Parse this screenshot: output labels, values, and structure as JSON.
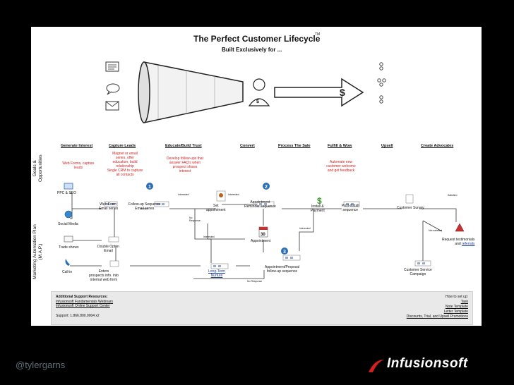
{
  "title": "The Perfect Customer Lifecycle",
  "trademark": "TM",
  "subtitle": "Built Exclusively for ...",
  "row_labels": {
    "goals": [
      "Goals &",
      "Opportunities"
    ],
    "map": [
      "Marketing Automation Plan",
      "(M.A.P.)"
    ]
  },
  "stages": [
    "Generate Interest",
    "Capture Leads",
    "Educate/Build Trust",
    "Convert",
    "Process The Sale",
    "Fulfill & Wow",
    "Upsell",
    "Create Advocates"
  ],
  "goals": {
    "generate": [
      "Web Forms, capture",
      "leads"
    ],
    "capture": [
      "Magnet or email",
      "series, offer",
      "education, build",
      "relationship",
      "Single CRM to capture",
      "all contacts"
    ],
    "educate": [
      "Develop follow-ups that",
      "answer FAQ's when",
      "prospect shows",
      "interest"
    ],
    "fulfill": [
      "Automate new",
      "customer welcome",
      "and get feedback"
    ]
  },
  "nodes": {
    "ppc": "PPC & SEO",
    "social": "Social Media",
    "trade": "Trade shows",
    "call": "Call-in",
    "webform": [
      "Web Form:",
      "Email series"
    ],
    "optin": [
      "Double Opt-in",
      "Email"
    ],
    "enters": [
      "Enters",
      "prospects info. into",
      "internal web form"
    ],
    "followup": [
      "Follow-up Sequence",
      "Email series"
    ],
    "set_appt": [
      "Set",
      "appointment"
    ],
    "reminder": [
      "Appointment",
      "Reminder sequence"
    ],
    "appointment": "Appointment",
    "proposal": [
      "Appointment/Proposal",
      "follow-up sequence"
    ],
    "nurture": [
      "Long-Term",
      "Nurture"
    ],
    "install": [
      "Install &",
      "Payment"
    ],
    "postinstall": [
      "Post-install",
      "sequence"
    ],
    "survey": "Customer Survey",
    "testimonials": "Request testimonials",
    "testimonials_and": "and",
    "referrals": "referrals",
    "service": [
      "Customer Service",
      "Campaign"
    ],
    "calendar_day": "30"
  },
  "edges": {
    "interested1": "Interested",
    "interested2": "Interested",
    "interested3": "Interested",
    "interested4": "Interested",
    "no_response1": [
      "No",
      "Response"
    ],
    "no_response2": "No Response",
    "satisfied": "Satisfied",
    "not_satisfied": "Not satisfied"
  },
  "badges": [
    "1",
    "2",
    "3"
  ],
  "footer": {
    "heading": "Additional Support Resources:",
    "link1": "Infusionsoft Fundamentals Webinars",
    "link2": "Infusionsoft Online Support Center",
    "support": "Support: 1.866.800.0004 x2",
    "setup_heading": "How to set up:",
    "task": "Task",
    "note": "Note Template",
    "letter": "Letter Template",
    "discounts": "Discounts, Trial, and Upsell Promotions"
  },
  "twitter": "@tylergarns",
  "brand": "Infusionsoft",
  "colors": {
    "accent_red": "#d21f1f",
    "link_blue": "#1d3f9c",
    "badge_blue": "#2a6fb8",
    "money_green": "#3c9a2e"
  }
}
